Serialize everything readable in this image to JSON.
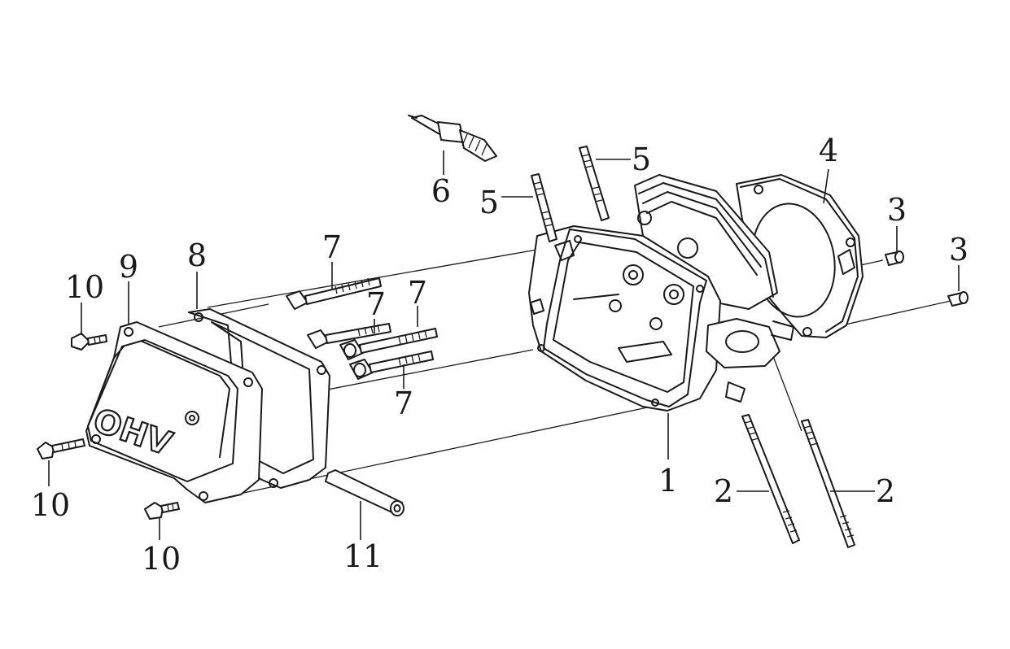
{
  "callouts": {
    "p1": "1",
    "p2a": "2",
    "p2b": "2",
    "p3a": "3",
    "p3b": "3",
    "p4": "4",
    "p5a": "5",
    "p5b": "5",
    "p6": "6",
    "p7a": "7",
    "p7b": "7",
    "p7c": "7",
    "p7d": "7",
    "p8": "8",
    "p9": "9",
    "p10a": "10",
    "p10b": "10",
    "p10c": "10",
    "p11": "11"
  },
  "cover_logo": "OHV"
}
